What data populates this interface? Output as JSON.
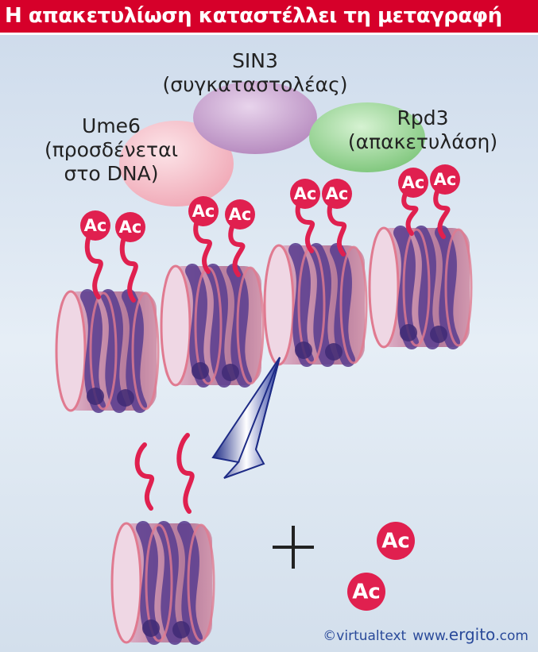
{
  "title": "Η απακετυλίωση καταστέλλει τη μεταγραφή",
  "proteins": {
    "sin3": {
      "name": "SIN3",
      "role": "(συγκαταστολέας)",
      "color": "#c9a3cf"
    },
    "ume6": {
      "name": "Ume6",
      "role_line1": "(προσδένεται",
      "role_line2": "στο DNA)",
      "color": "#f4b8c2"
    },
    "rpd3": {
      "name": "Rpd3",
      "role": "(απακετυλάση)",
      "color": "#8fd08c"
    }
  },
  "acetyl_label": "Ac",
  "plus_sign": "+",
  "credit": {
    "prefix": "©virtualtext",
    "site_a": "www.",
    "site_b": "ergito",
    "site_c": ".com"
  },
  "colors": {
    "title_bg": "#d6002a",
    "background": "#d7e2ef",
    "nucleosome_pink": "#e07a90",
    "nucleosome_purple": "#5b3f8f",
    "acetyl": "#e0204f",
    "arrow": "#2a3a9a"
  }
}
